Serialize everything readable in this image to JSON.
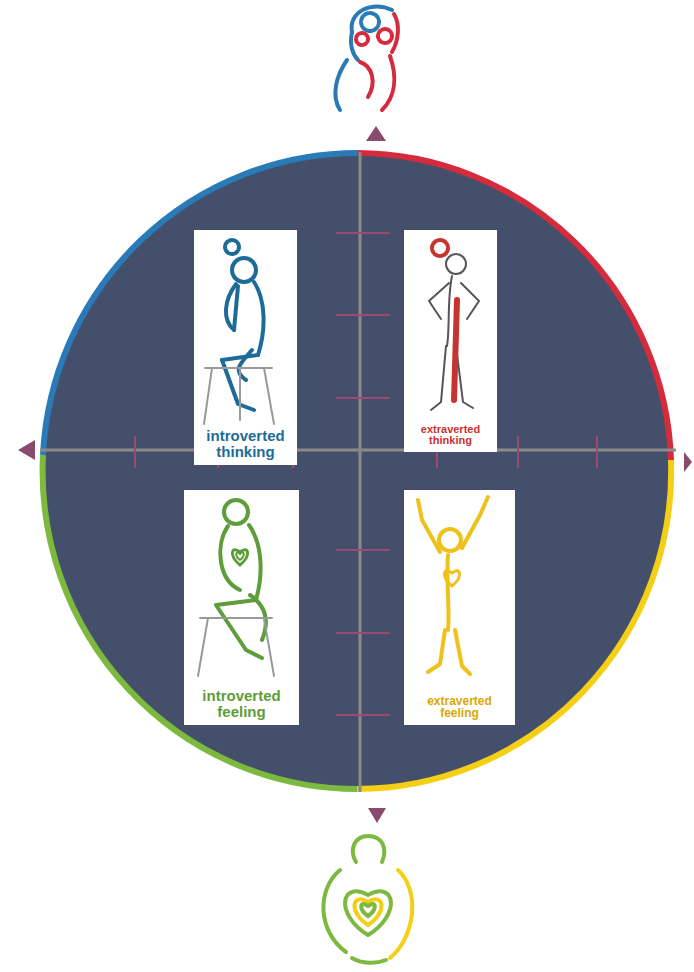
{
  "diagram": {
    "nodes": [
      {
        "text": [
          "introverted thinking"
        ]
      },
      {
        "text": [
          "extraverted thinking"
        ]
      },
      {
        "text": [
          "introverted feeling"
        ]
      },
      {
        "text": [
          "extraverted feeling"
        ]
      }
    ]
  }
}
